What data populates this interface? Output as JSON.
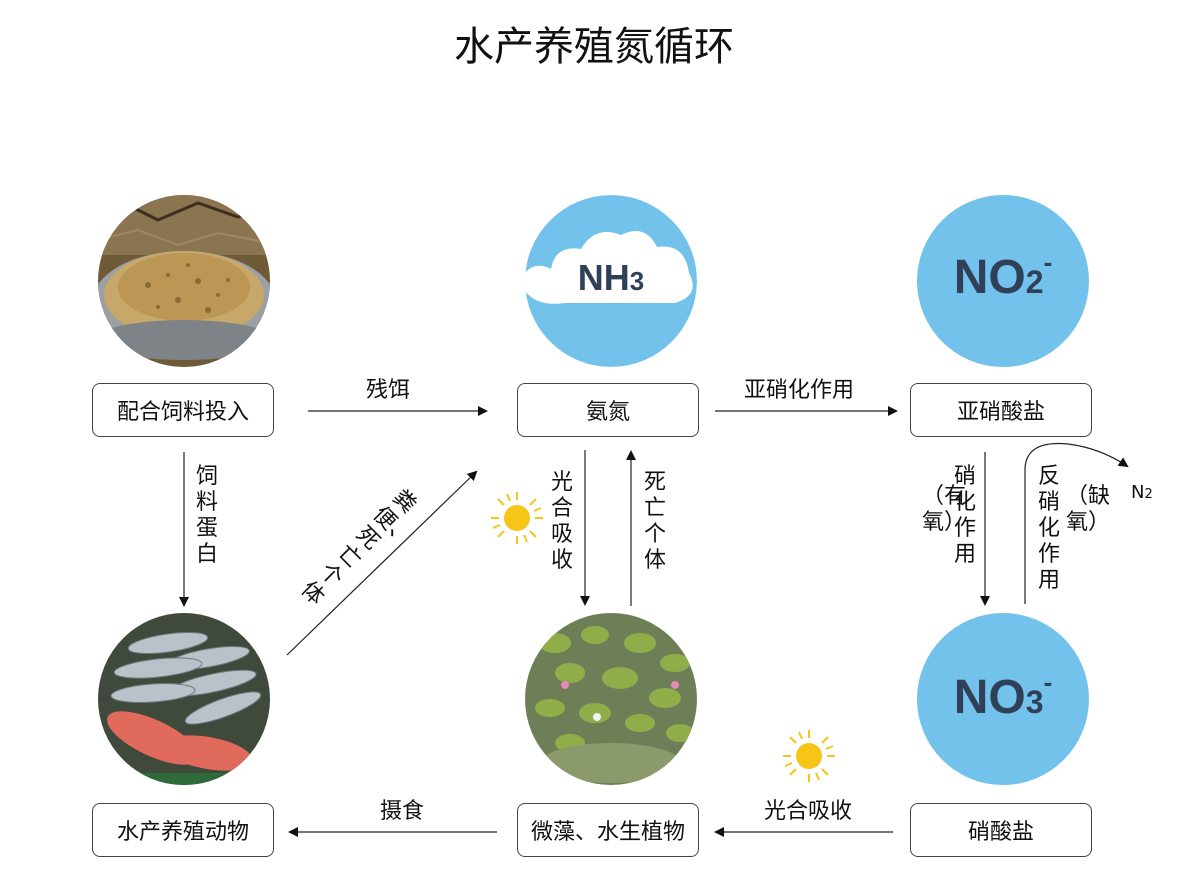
{
  "title": "水产养殖氮循环",
  "nodes": {
    "feed": "配合饲料投入",
    "ammonia": "氨氮",
    "nitrite": "亚硝酸盐",
    "animals": "水产养殖动物",
    "plants": "微藻、水生植物",
    "nitrate": "硝酸盐"
  },
  "badges": {
    "nh3_main": "NH",
    "nh3_sub": "3",
    "no2_main": "NO",
    "no2_sub": "2",
    "no2_sup": "-",
    "no3_main": "NO",
    "no3_sub": "3",
    "no3_sup": "-"
  },
  "edges": {
    "residual_feed": "残饵",
    "nitritation": "亚硝化作用",
    "feed_protein": "饲料蛋白",
    "feces_death": "粪便、死亡个体",
    "photo_absorb_1": "光合吸收",
    "dead_individuals": "死亡个体",
    "nitrification": "硝化作用",
    "aerobic": "（有氧）",
    "denitrification": "反硝化作用",
    "anoxic": "（缺氧）",
    "n2_main": "N",
    "n2_sub": "2",
    "ingestion": "摄食",
    "photo_absorb_2": "光合吸收"
  },
  "colors": {
    "circle_blue": "#72C2EC",
    "badge_text": "#2F4058",
    "sun": "#F5C518"
  }
}
